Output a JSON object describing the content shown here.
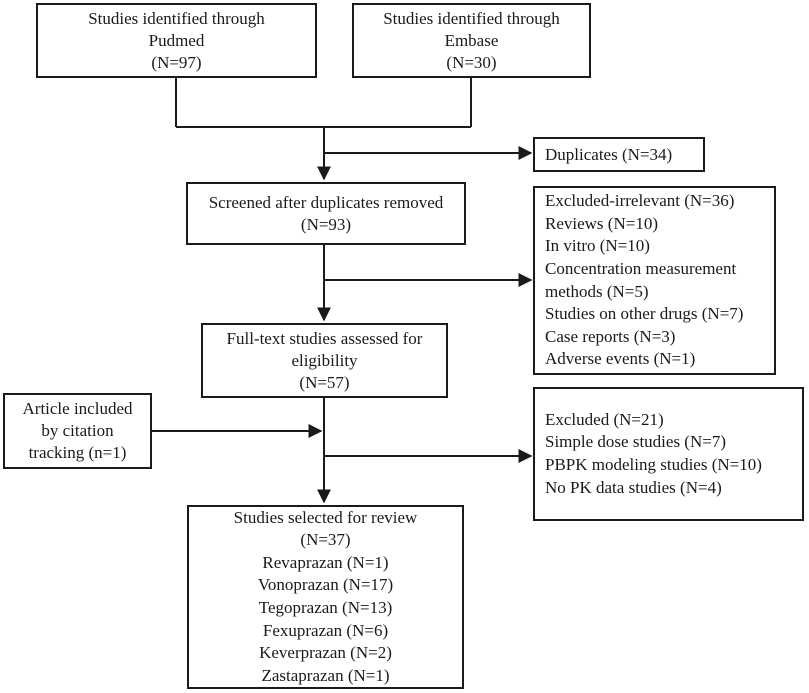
{
  "identification": {
    "pubmed": {
      "line1": "Studies identified through",
      "line2": "Pudmed",
      "count": "(N=97)"
    },
    "embase": {
      "line1": "Studies identified through",
      "line2": "Embase",
      "count": "(N=30)"
    }
  },
  "duplicates": {
    "label": "Duplicates (N=34)"
  },
  "screened": {
    "line1": "Screened after duplicates removed",
    "count": "(N=93)"
  },
  "excluded_screening": {
    "items": [
      "Excluded-irrelevant (N=36)",
      "Reviews (N=10)",
      "In vitro (N=10)",
      "Concentration measurement",
      "methods (N=5)",
      "Studies on other drugs (N=7)",
      "Case reports (N=3)",
      "Adverse events (N=1)"
    ]
  },
  "fulltext": {
    "line1": "Full-text studies assessed for",
    "line2": "eligibility",
    "count": "(N=57)"
  },
  "citation": {
    "line1": "Article included",
    "line2": "by citation",
    "line3": "tracking (n=1)"
  },
  "excluded_fulltext": {
    "items": [
      "Excluded (N=21)",
      "Simple dose studies (N=7)",
      "PBPK modeling studies (N=10)",
      "No PK data studies (N=4)"
    ]
  },
  "selected": {
    "line1": "Studies selected for review",
    "count": "(N=37)",
    "drugs": [
      "Revaprazan (N=1)",
      "Vonoprazan (N=17)",
      "Tegoprazan (N=13)",
      "Fexuprazan (N=6)",
      "Keverprazan (N=2)",
      "Zastaprazan (N=1)"
    ]
  }
}
